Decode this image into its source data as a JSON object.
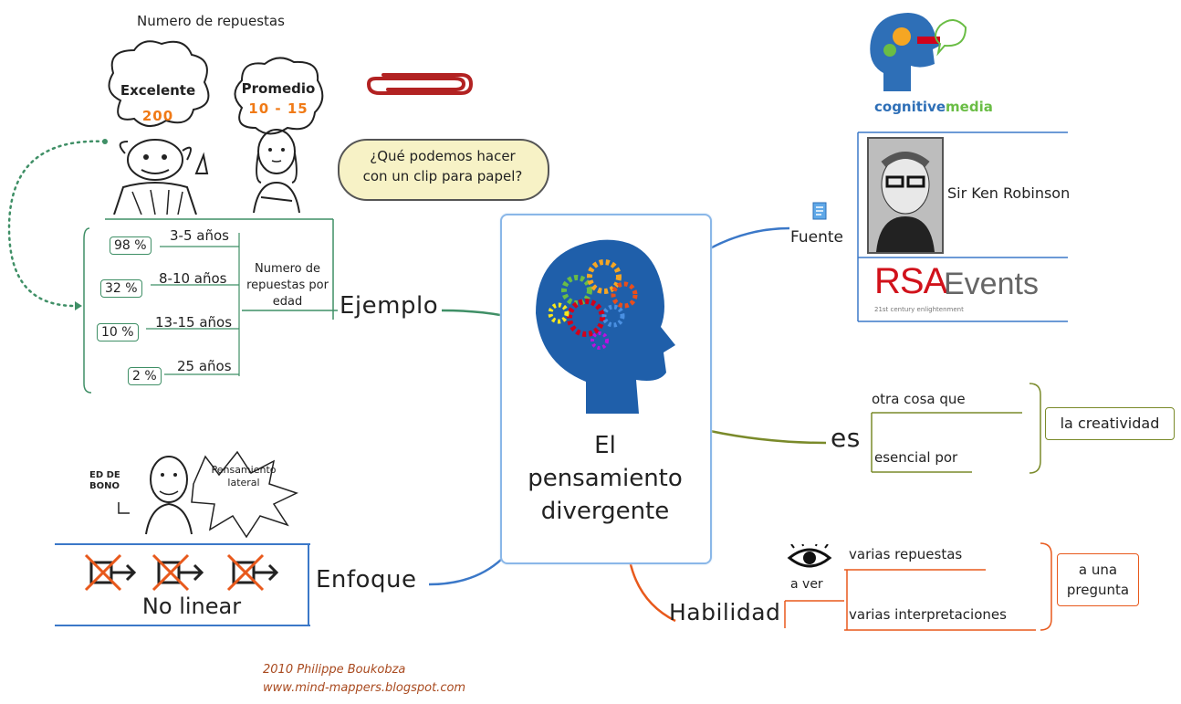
{
  "center": {
    "title_lines": [
      "El",
      "pensamiento",
      "divergente"
    ]
  },
  "top": {
    "header": "Numero de repuestas",
    "clip_question": "¿Qué podemos hacer con un clip para papel?"
  },
  "clouds": [
    {
      "title": "Excelente",
      "value": "200"
    },
    {
      "title": "Promedio",
      "value": "10 - 15"
    }
  ],
  "ejemplo": {
    "label": "Ejemplo",
    "sub_label": "Numero de repuestas por edad",
    "rows": [
      {
        "percent": "98 %",
        "age": "3-5 años"
      },
      {
        "percent": "32 %",
        "age": "8-10 años"
      },
      {
        "percent": "10 %",
        "age": "13-15 años"
      },
      {
        "percent": "2 %",
        "age": "25 años"
      }
    ]
  },
  "enfoque": {
    "label": "Enfoque",
    "box_text": "No linear",
    "sketch_left": "ED DE BONO",
    "sketch_right": "Pensamiento lateral"
  },
  "fuente": {
    "label": "Fuente",
    "brand": "cognitivemedia",
    "brand_part1": "cognitive",
    "brand_part2": "media",
    "person": "Sir Ken Robinson",
    "rsa_main": "RSA",
    "rsa_events": "Events",
    "rsa_tagline": "21st century enlightenment"
  },
  "es": {
    "label": "es",
    "items": [
      "otra cosa que",
      "esencial por"
    ],
    "result": "la creatividad"
  },
  "habilidad": {
    "label": "Habilidad",
    "sub": "a ver",
    "items": [
      "varias repuestas",
      "varias interpretaciones"
    ],
    "result": "a una pregunta"
  },
  "credits": {
    "line1": "2010 Philippe Boukobza",
    "line2": "www.mind-mappers.blogspot.com"
  },
  "colors": {
    "green": "#3f8f66",
    "blue": "#3b78c8",
    "olive": "#7a8a2a",
    "orange": "#e8591c",
    "head_blue": "#1f5faa"
  }
}
